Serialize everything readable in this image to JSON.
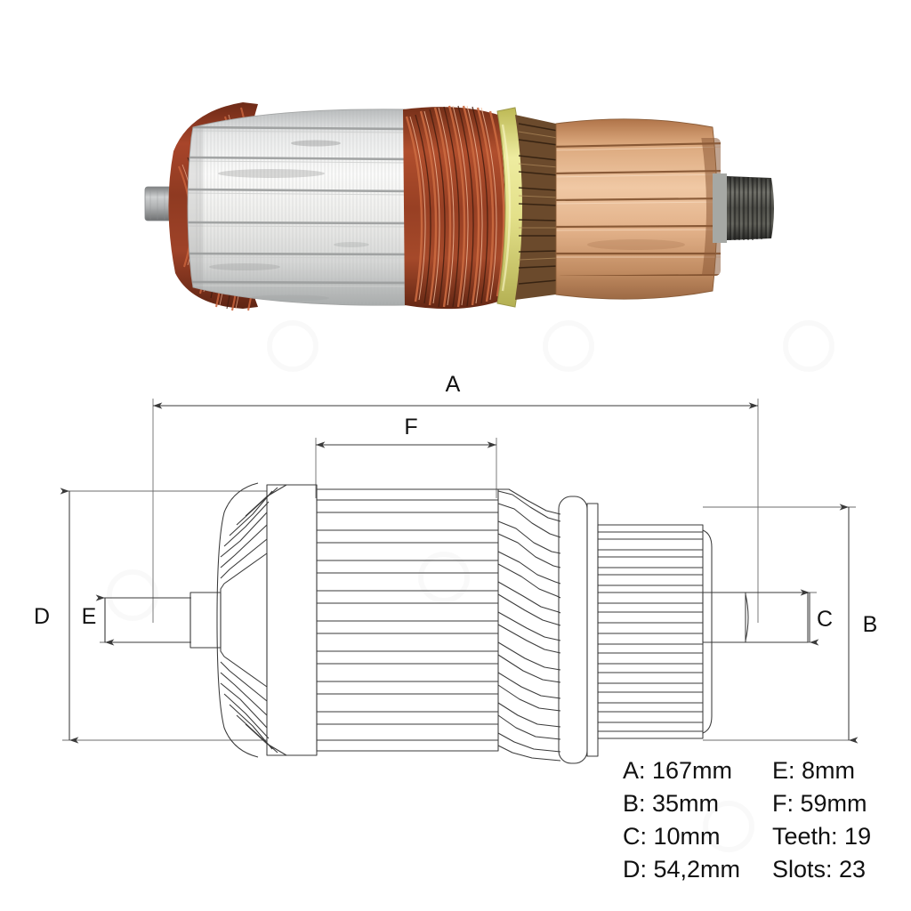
{
  "product": {
    "name": "starter-motor-armature",
    "photo": {
      "alt_label": "Starter motor armature photograph",
      "parts": [
        {
          "name": "drive-end-shaft-stub",
          "color": "#b9bcbe"
        },
        {
          "name": "armature-windings-left",
          "color": "#8d3a22"
        },
        {
          "name": "laminated-core",
          "color": "#d9dadb"
        },
        {
          "name": "armature-windings-right",
          "color": "#9c4327"
        },
        {
          "name": "retaining-band",
          "color": "#e2e08a"
        },
        {
          "name": "commutator",
          "color": "#c98a62"
        },
        {
          "name": "splined-output-shaft",
          "color": "#4a4a46"
        }
      ]
    }
  },
  "dimensions": {
    "labels": {
      "a": "A",
      "b": "B",
      "c": "C",
      "d": "D",
      "e": "E",
      "f": "F"
    }
  },
  "specs": {
    "rows": [
      {
        "left": "A: 167mm",
        "right": "E: 8mm"
      },
      {
        "left": "B: 35mm",
        "right": "F: 59mm"
      },
      {
        "left": "C: 10mm",
        "right": "Teeth: 19"
      },
      {
        "left": "D: 54,2mm",
        "right": "Slots: 23"
      }
    ]
  },
  "colors": {
    "background": "#ffffff",
    "line": "#3a3a3a",
    "text": "#111111"
  }
}
